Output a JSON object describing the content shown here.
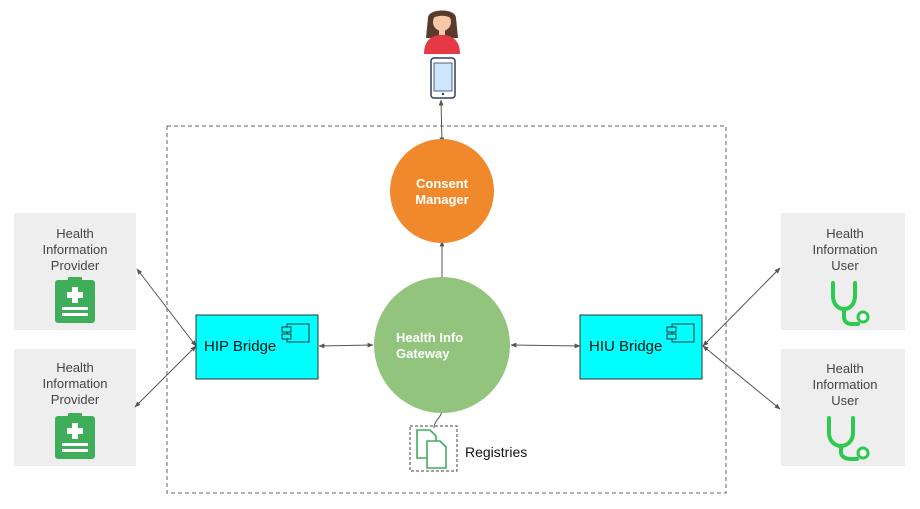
{
  "consent_manager": {
    "line1": "Consent",
    "line2": "Manager",
    "color": "#f0892c"
  },
  "gateway": {
    "line1": "Health Info",
    "line2": "Gateway",
    "color": "#93c47d"
  },
  "hip_bridge": {
    "label": "HIP Bridge",
    "color": "#00ffff"
  },
  "hiu_bridge": {
    "label": "HIU Bridge",
    "color": "#00ffff"
  },
  "registries": {
    "label": "Registries"
  },
  "providers": [
    {
      "line1": "Health",
      "line2": "Information",
      "line3": "Provider"
    },
    {
      "line1": "Health",
      "line2": "Information",
      "line3": "Provider"
    }
  ],
  "users": [
    {
      "line1": "Health",
      "line2": "Information",
      "line3": "User"
    },
    {
      "line1": "Health",
      "line2": "Information",
      "line3": "User"
    }
  ],
  "icons": {
    "person": "person-icon",
    "phone": "mobile-phone-icon",
    "provider": "medical-clipboard-icon",
    "user": "stethoscope-icon",
    "registries": "documents-icon",
    "component": "component-icon"
  },
  "colors": {
    "side_panel": "#eeeeee",
    "icon_green": "#3fae5a",
    "stethoscope_green": "#2ec94f"
  }
}
